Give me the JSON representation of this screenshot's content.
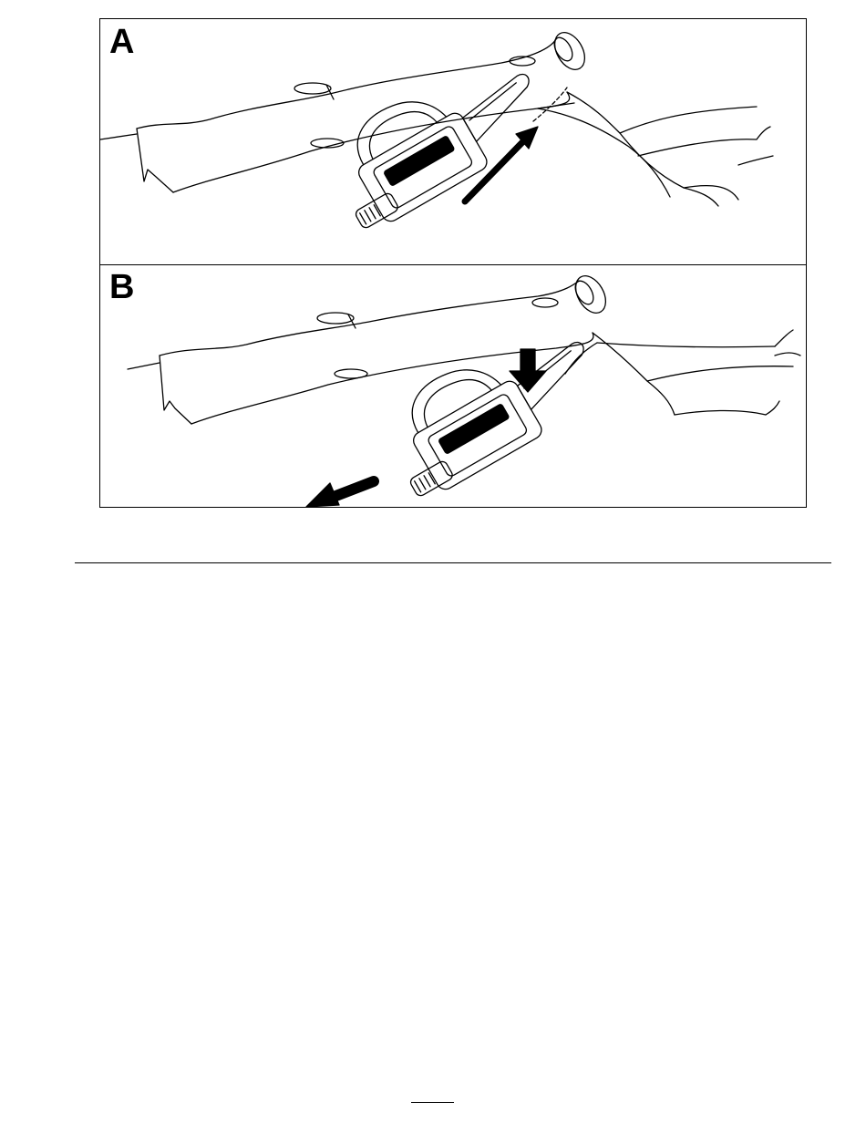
{
  "figure": {
    "panel_a": {
      "label": "A"
    },
    "panel_b": {
      "label": "B"
    }
  },
  "icons": [
    "log-illustration",
    "chainsaw-icon",
    "arrow-up-right-icon",
    "arrow-down-icon",
    "arrow-down-left-icon"
  ],
  "colors": {
    "ink": "#000000",
    "paper": "#ffffff"
  }
}
